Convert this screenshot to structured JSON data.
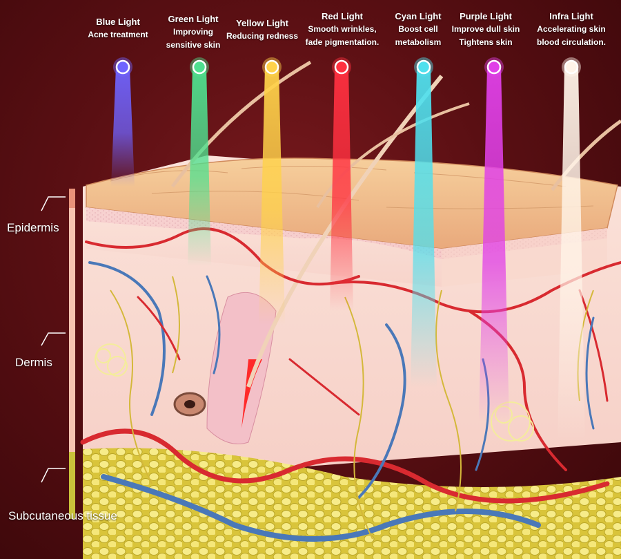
{
  "lights": [
    {
      "title": "Blue Light",
      "desc": [
        "Acne treatment"
      ],
      "color": "#6f63ff"
    },
    {
      "title": "Green Light",
      "desc": [
        "Improving",
        "sensitive skin"
      ],
      "color": "#4fe08f"
    },
    {
      "title": "Yellow Light",
      "desc": [
        "Reducing redness"
      ],
      "color": "#ffd24a"
    },
    {
      "title": "Red Light",
      "desc": [
        "Smooth wrinkles,",
        "fade pigmentation."
      ],
      "color": "#ff3040"
    },
    {
      "title": "Cyan Light",
      "desc": [
        "Boost cell",
        "metabolism"
      ],
      "color": "#4fe0ee"
    },
    {
      "title": "Purple Light",
      "desc": [
        "Improve dull skin",
        "Tightens skin"
      ],
      "color": "#e040e8"
    },
    {
      "title": "Infra Light",
      "desc": [
        "Accelerating skin",
        "blood circulation."
      ],
      "color": "#fff4e8"
    }
  ],
  "layers": [
    {
      "label": "Epidermis",
      "color": "#e8927a"
    },
    {
      "label": "Dermis",
      "color": "#f7c3b0"
    },
    {
      "label": "Subcutaneous tissue",
      "color": "#c9c23a"
    }
  ]
}
